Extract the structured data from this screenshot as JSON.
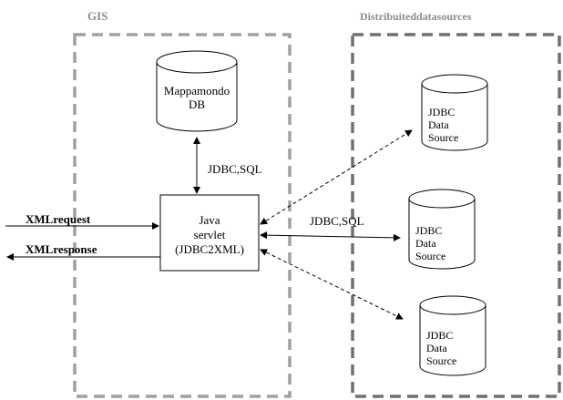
{
  "regions": {
    "gis_title": "GIS",
    "distributed_title": "Distribuiteddatasources"
  },
  "mappamondo_db": {
    "line1": "Mappamondo",
    "line2": "DB"
  },
  "connection_label_vertical": "JDBC,SQL",
  "connection_label_horizontal": "JDBC,SQL",
  "servlet": {
    "line1": "Java",
    "line2": "servlet",
    "line3": "(JDBC2XML)"
  },
  "xml": {
    "request": "XMLrequest",
    "response": "XMLresponse"
  },
  "data_sources": [
    {
      "line1": "JDBC",
      "line2": "Data",
      "line3": "Source"
    },
    {
      "line1": "JDBC",
      "line2": "Data",
      "line3": "Source"
    },
    {
      "line1": "JDBC",
      "line2": "Data",
      "line3": "Source"
    }
  ],
  "colors": {
    "gis_border": "#a0a0a0",
    "distributed_border": "#707070",
    "region_title": "#8c8c8c",
    "line": "#000000"
  }
}
